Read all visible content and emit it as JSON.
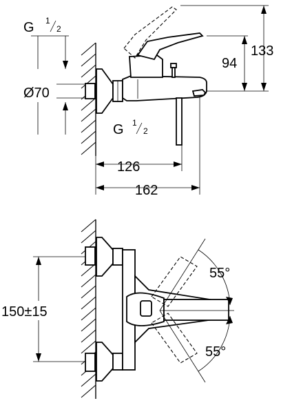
{
  "side_view": {
    "thread_top": {
      "main": "G",
      "num": "1",
      "den": "2"
    },
    "diameter": "Ø70",
    "height_94": "94",
    "height_133": "133",
    "thread_bottom": {
      "main": "G",
      "num": "1",
      "den": "2"
    },
    "depth_126": "126",
    "depth_162": "162"
  },
  "top_view": {
    "spacing": "150±15",
    "angle_top": "55°",
    "angle_bottom": "55°"
  }
}
